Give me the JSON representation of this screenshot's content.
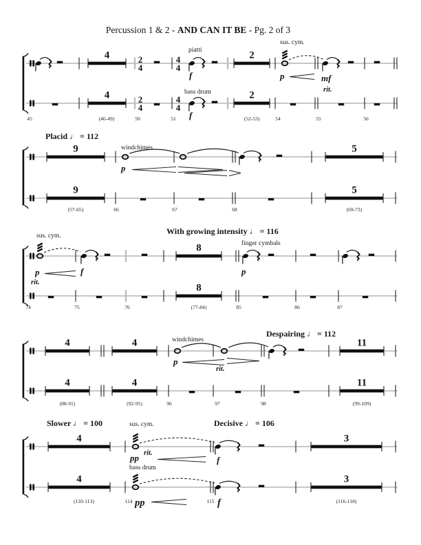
{
  "title": {
    "prefix": "Percussion 1 & 2 - ",
    "song": "AND CAN IT BE",
    "suffix": " - Pg. 2 of 3"
  },
  "labels": {
    "sus_cym": "sus. cym.",
    "piatti": "piatti",
    "bass_drum": "bass drum",
    "windchimes": "windchimes",
    "finger_cymbals": "finger cymbals"
  },
  "dyn": {
    "f": "f",
    "p": "p",
    "mf": "mf",
    "pp": "pp",
    "rit": "rit."
  },
  "ts": {
    "two": "2",
    "four": "4"
  },
  "sys1": {
    "counts": [
      "4",
      "2"
    ],
    "measures": [
      "45",
      "(46-49)",
      "50",
      "51",
      "(52-53)",
      "54",
      "55",
      "56"
    ]
  },
  "sys2": {
    "tempo": "Placid ♩ = 112",
    "counts": [
      "9",
      "5"
    ],
    "measures": [
      "(57-65)",
      "66",
      "67",
      "68",
      "(69-73)"
    ]
  },
  "sys3": {
    "tempo": "With growing intensity ♩ = 116",
    "counts": [
      "8"
    ],
    "measures": [
      "74",
      "75",
      "76",
      "(77-84)",
      "85",
      "86",
      "87"
    ]
  },
  "sys4": {
    "tempo": "Despairing ♩ = 112",
    "counts": [
      "4",
      "4",
      "11"
    ],
    "measures": [
      "(88-91)",
      "(92-95)",
      "96",
      "97",
      "98",
      "(99-109)"
    ]
  },
  "sys5": {
    "tempo": "Slower ♩ = 100",
    "tempo2": "Decisive ♩ = 106",
    "counts": [
      "4",
      "3"
    ],
    "measures": [
      "(110-113)",
      "114",
      "115",
      "(116-118)"
    ]
  }
}
